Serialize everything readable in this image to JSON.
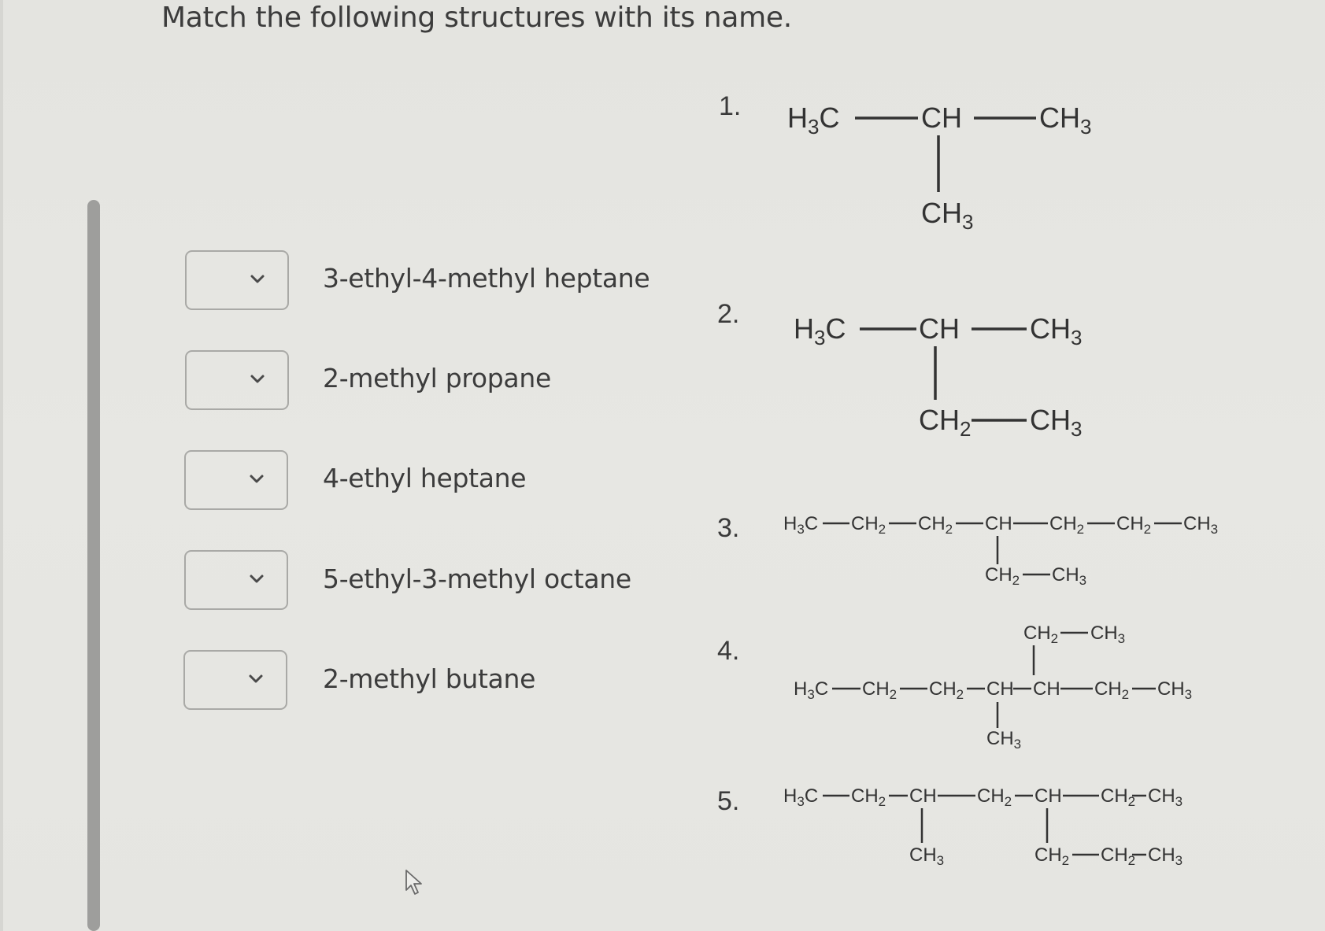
{
  "question": {
    "title": "Match the following structures with its name."
  },
  "matches": [
    {
      "label": "3-ethyl-4-methyl heptane",
      "selected": ""
    },
    {
      "label": "2-methyl propane",
      "selected": ""
    },
    {
      "label": "4-ethyl heptane",
      "selected": ""
    },
    {
      "label": "5-ethyl-3-methyl octane",
      "selected": ""
    },
    {
      "label": "2-methyl butane",
      "selected": ""
    }
  ],
  "structures": [
    {
      "number": "1.",
      "main_chain": [
        "H3C",
        "CH",
        "CH3"
      ],
      "branches": [
        {
          "at": "CH",
          "position": "below",
          "groups": [
            "CH3"
          ]
        }
      ]
    },
    {
      "number": "2.",
      "main_chain": [
        "H3C",
        "CH",
        "CH3"
      ],
      "branches": [
        {
          "at": "CH",
          "position": "below",
          "groups": [
            "CH2",
            "CH3"
          ]
        }
      ]
    },
    {
      "number": "3.",
      "main_chain": [
        "H3C",
        "CH2",
        "CH2",
        "CH",
        "CH2",
        "CH2",
        "CH3"
      ],
      "branches": [
        {
          "at": "CH",
          "position": "below",
          "groups": [
            "CH2",
            "CH3"
          ]
        }
      ]
    },
    {
      "number": "4.",
      "main_chain": [
        "H3C",
        "CH2",
        "CH2",
        "CH",
        "CH",
        "CH2",
        "CH3"
      ],
      "branches": [
        {
          "at": "CH(4)",
          "position": "below",
          "groups": [
            "CH3"
          ]
        },
        {
          "at": "CH(5)",
          "position": "above",
          "groups": [
            "CH2",
            "CH3"
          ]
        }
      ]
    },
    {
      "number": "5.",
      "main_chain": [
        "H3C",
        "CH2",
        "CH",
        "CH2",
        "CH",
        "CH2",
        "CH3"
      ],
      "branches": [
        {
          "at": "CH(3)",
          "position": "below",
          "groups": [
            "CH3"
          ]
        },
        {
          "at": "CH(5)",
          "position": "below",
          "groups": [
            "CH2",
            "CH2",
            "CH3"
          ]
        }
      ]
    }
  ],
  "icons": {
    "dropdown": "chevron-down-icon",
    "cursor": "mouse-pointer-icon"
  },
  "colors": {
    "background": "#e5e5e1",
    "text": "#3a3a3a",
    "dropdown_border": "#a9a9a6",
    "scrollbar": "#9e9e9c"
  }
}
